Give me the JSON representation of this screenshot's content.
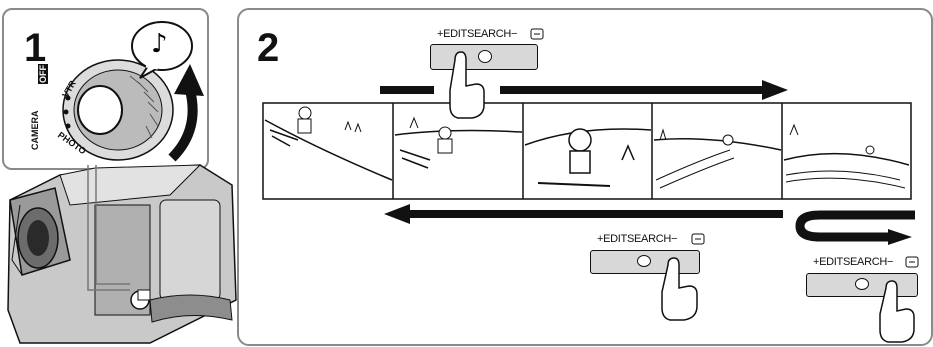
{
  "step1": {
    "number": "1",
    "note_glyph": "♪",
    "mode_off": "OFF",
    "mode_vtr": "VTR",
    "mode_camera": "CAMERA",
    "mode_photo": "PHOTO"
  },
  "step2": {
    "number": "2",
    "button_label_top": "+EDITSEARCH−",
    "button_label_back": "+EDITSEARCH−",
    "button_label_right": "+EDITSEARCH−"
  },
  "icons": [
    "music-note-icon",
    "rotate-arrow-icon",
    "pointing-hand-icon",
    "review-icon",
    "u-turn-arrow-icon"
  ],
  "colors": {
    "frame": "#8a8a8a",
    "ink": "#111111",
    "camera_gray": "#bdbdbd",
    "panel_gray": "#d8d8d8"
  }
}
